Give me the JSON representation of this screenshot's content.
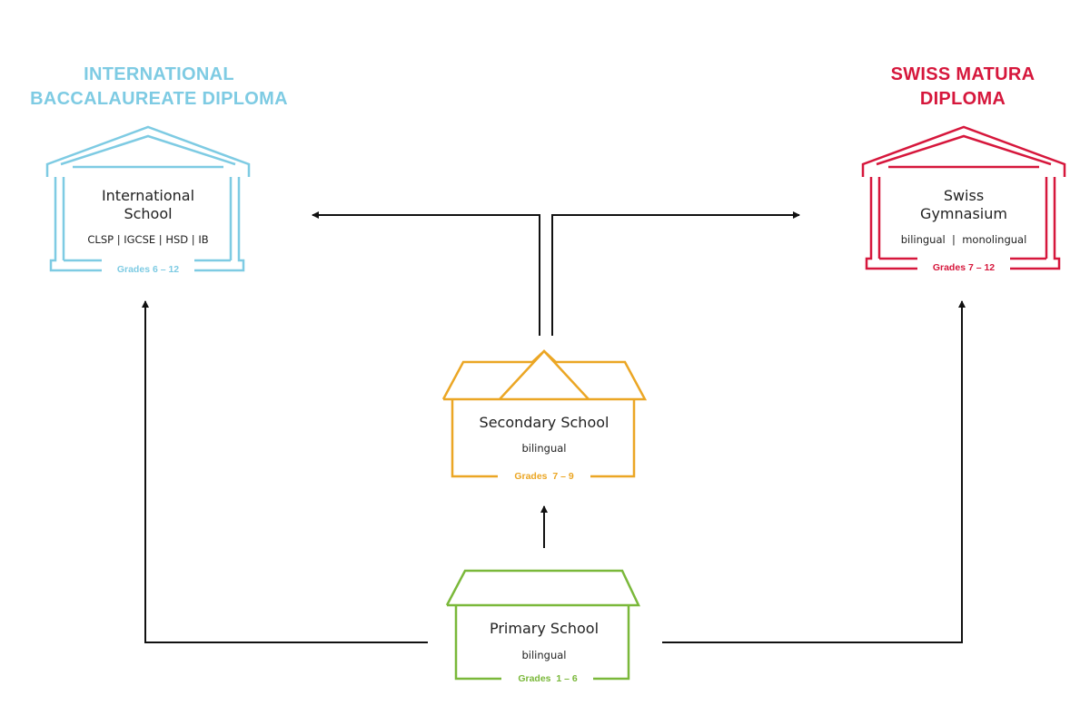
{
  "colors": {
    "international": "#7ECBE3",
    "swiss": "#D6173C",
    "secondary": "#EBA624",
    "primary": "#7AB83A",
    "arrow": "#111111"
  },
  "international": {
    "heading_line1": "INTERNATIONAL",
    "heading_line2": "BACCALAUREATE DIPLOMA",
    "title_line1": "International",
    "title_line2": "School",
    "programs": "CLSP | IGCSE | HSD | IB",
    "grades": "Grades 6 – 12",
    "icon": "temple-building-icon"
  },
  "swiss": {
    "heading_line1": "SWISS MATURA",
    "heading_line2": "DIPLOMA",
    "title_line1": "Swiss",
    "title_line2": "Gymnasium",
    "programs": "bilingual  |  monolingual",
    "grades": "Grades 7 – 12",
    "icon": "temple-building-icon"
  },
  "secondary": {
    "title": "Secondary School",
    "programs": "bilingual",
    "grades": "Grades  7 – 9",
    "icon": "school-house-icon"
  },
  "primary": {
    "title": "Primary School",
    "programs": "bilingual",
    "grades": "Grades  1 – 6",
    "icon": "school-house-icon"
  }
}
